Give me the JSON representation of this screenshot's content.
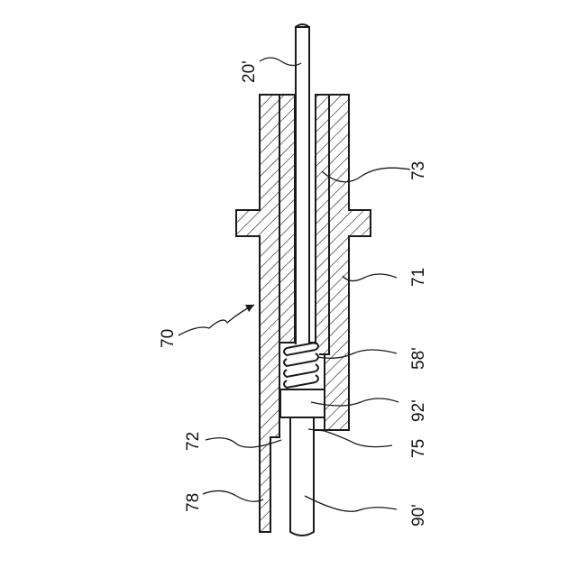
{
  "figure": {
    "labels": {
      "rod": "20'",
      "inner_sleeve": "73",
      "housing": "71",
      "assembly": "70",
      "spring": "58'",
      "plunger_head": "92'",
      "step": "72",
      "gap": "75",
      "bore_wall": "78",
      "pin": "90'"
    }
  }
}
